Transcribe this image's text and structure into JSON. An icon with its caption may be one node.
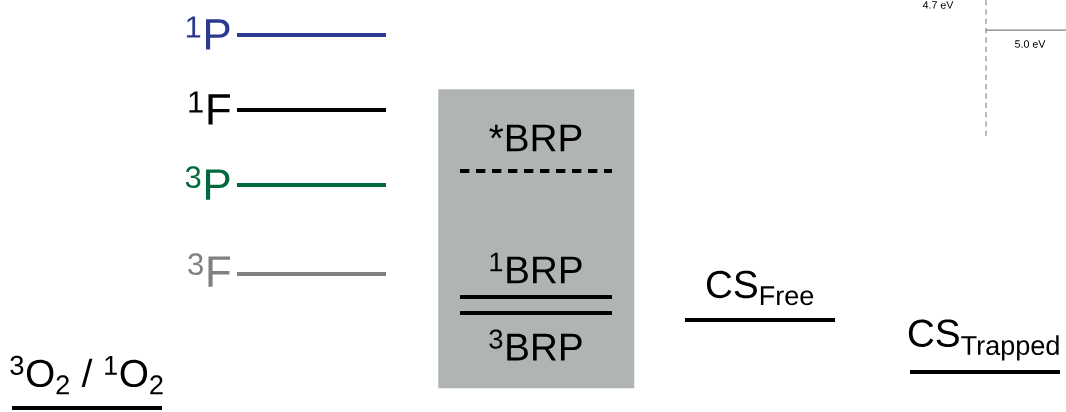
{
  "diagram": {
    "nodes": [
      {
        "text": [
          "*BRP",
          "$^{1}$BRP",
          "$^{3}$BRP"
        ]
      }
    ],
    "labels": [
      "$^{1}$P",
      "$^{1}$F",
      "$^{3}$P",
      "$^{3}$F",
      "$^{3}$O$_{2}$ / $^{1}$O$_{2}$",
      "CS$_{Free}$",
      "CS$_{Trapped}$",
      "4.7 eV",
      "5.0 eV"
    ]
  }
}
